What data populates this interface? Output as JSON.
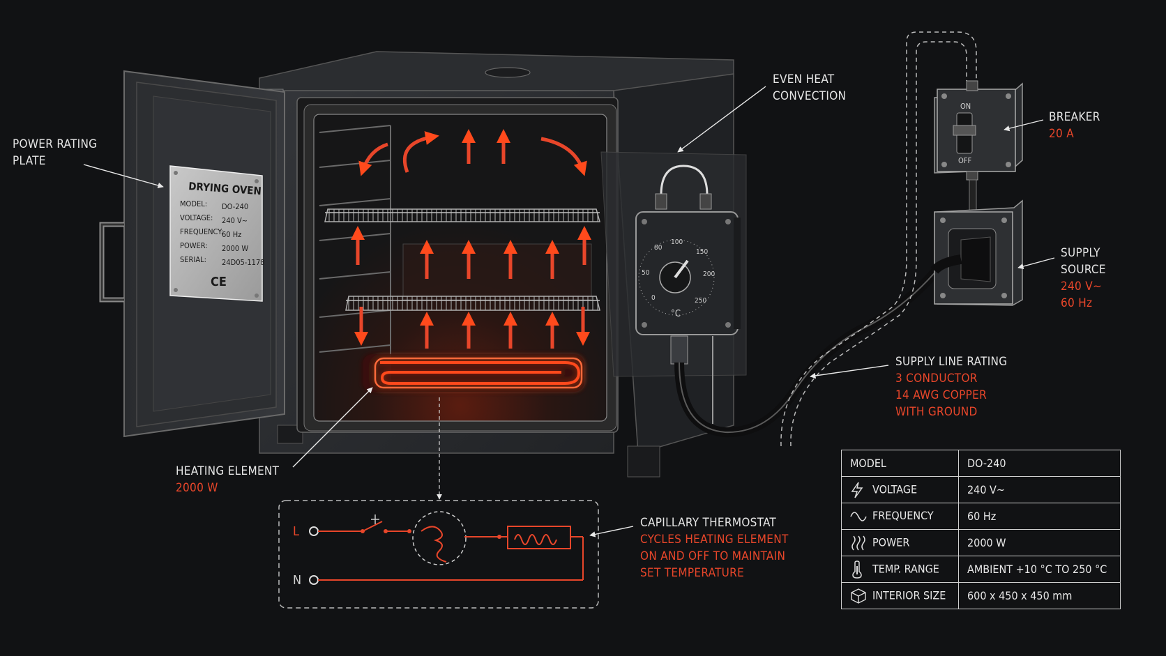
{
  "callouts": {
    "power_plate": {
      "label": [
        "POWER RATING",
        "PLATE"
      ]
    },
    "convection": {
      "label": [
        "EVEN HEAT",
        "CONVECTION"
      ]
    },
    "breaker": {
      "label": "BREAKER",
      "value": "20 A"
    },
    "supply_source": {
      "label": [
        "SUPPLY",
        "SOURCE"
      ],
      "value": [
        "240 V~",
        "60 Hz"
      ]
    },
    "supply_line": {
      "label": "SUPPLY LINE RATING",
      "value": [
        "3 CONDUCTOR",
        "14 AWG COPPER",
        "WITH GROUND"
      ]
    },
    "heating_element": {
      "label": "HEATING ELEMENT",
      "value": "2000 W"
    },
    "thermostat": {
      "label": "CAPILLARY THERMOSTAT",
      "value": [
        "CYCLES HEATING ELEMENT",
        "ON AND OFF TO MAINTAIN",
        "SET TEMPERATURE"
      ]
    }
  },
  "rating_plate": {
    "title": "DRYING OVEN",
    "rows": [
      {
        "key": "MODEL:",
        "value": "DO-240"
      },
      {
        "key": "VOLTAGE:",
        "value": "240 V~"
      },
      {
        "key": "FREQUENCY:",
        "value": "60 Hz"
      },
      {
        "key": "POWER:",
        "value": "2000 W"
      },
      {
        "key": "SERIAL:",
        "value": "24D05-1178"
      }
    ],
    "mark": "CE"
  },
  "dial": {
    "scale": [
      "0",
      "50",
      "80",
      "100",
      "150",
      "200",
      "250"
    ],
    "unit": "°C"
  },
  "breaker_switch": {
    "on": "ON",
    "off": "OFF"
  },
  "circuit": {
    "line": "L",
    "neutral": "N"
  },
  "spec_table": [
    {
      "icon": "model",
      "key": "MODEL",
      "value": "DO-240"
    },
    {
      "icon": "bolt-icon",
      "key": "VOLTAGE",
      "value": "240 V~"
    },
    {
      "icon": "sine-wave-icon",
      "key": "FREQUENCY",
      "value": "60 Hz"
    },
    {
      "icon": "heat-waves-icon",
      "key": "POWER",
      "value": "2000 W"
    },
    {
      "icon": "thermometer-icon",
      "key": "TEMP. RANGE",
      "value": "AMBIENT +10 °C TO 250 °C"
    },
    {
      "icon": "box-icon",
      "key": "INTERIOR SIZE",
      "value": "600 x 450 x 450 mm"
    }
  ],
  "colors": {
    "background": "#111214",
    "accent": "#e8462a",
    "text": "#e4e4e4",
    "glow": "#ff4a1c"
  }
}
